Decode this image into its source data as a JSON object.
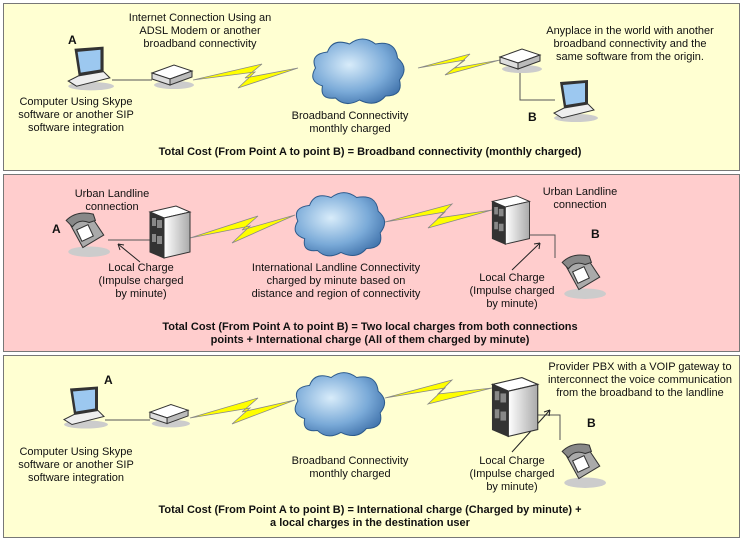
{
  "colors": {
    "panel_broadband": "#ffffd2",
    "panel_landline": "#ffcdcd",
    "bolt": "#ffff00",
    "cloud": "#6f9fd0"
  },
  "panels": [
    {
      "point_a": "A",
      "point_b": "B",
      "modem_label": "Internet Connection Using an\nADSL Modem or another\nbroadband connectivity",
      "computer_label": "Computer Using Skype\nsoftware or another SIP\nsoftware integration",
      "cloud_label": "Broadband Connectivity\nmonthly charged",
      "destination_label": "Anyplace in the world with another\nbroadband connectivity and the\nsame software from the origin.",
      "total_cost": "Total Cost (From Point A to point B) = Broadband connectivity (monthly charged)"
    },
    {
      "point_a": "A",
      "point_b": "B",
      "urban_left": "Urban Landline\nconnection",
      "urban_right": "Urban Landline\nconnection",
      "local_left": "Local Charge\n(Impulse charged\nby minute)",
      "cloud_label": "International Landline Connectivity\ncharged by minute based on\ndistance and region of connectivity",
      "local_right": "Local Charge\n(Impulse charged\nby minute)",
      "total_cost": "Total Cost (From Point A to point B) = Two local charges from both connections\npoints + International charge (All of them charged by minute)"
    },
    {
      "point_a": "A",
      "point_b": "B",
      "pbx_label": "Provider PBX with a VOIP gateway to\ninterconnect the voice communication\nfrom the broadband to the landline",
      "computer_label": "Computer Using Skype\nsoftware or another SIP\nsoftware integration",
      "cloud_label": "Broadband Connectivity\nmonthly charged",
      "local_label": "Local Charge\n(Impulse charged\nby minute)",
      "total_cost": "Total Cost (From Point A to point B) = International charge (Charged by minute) +\na local charges in the destination user"
    }
  ]
}
